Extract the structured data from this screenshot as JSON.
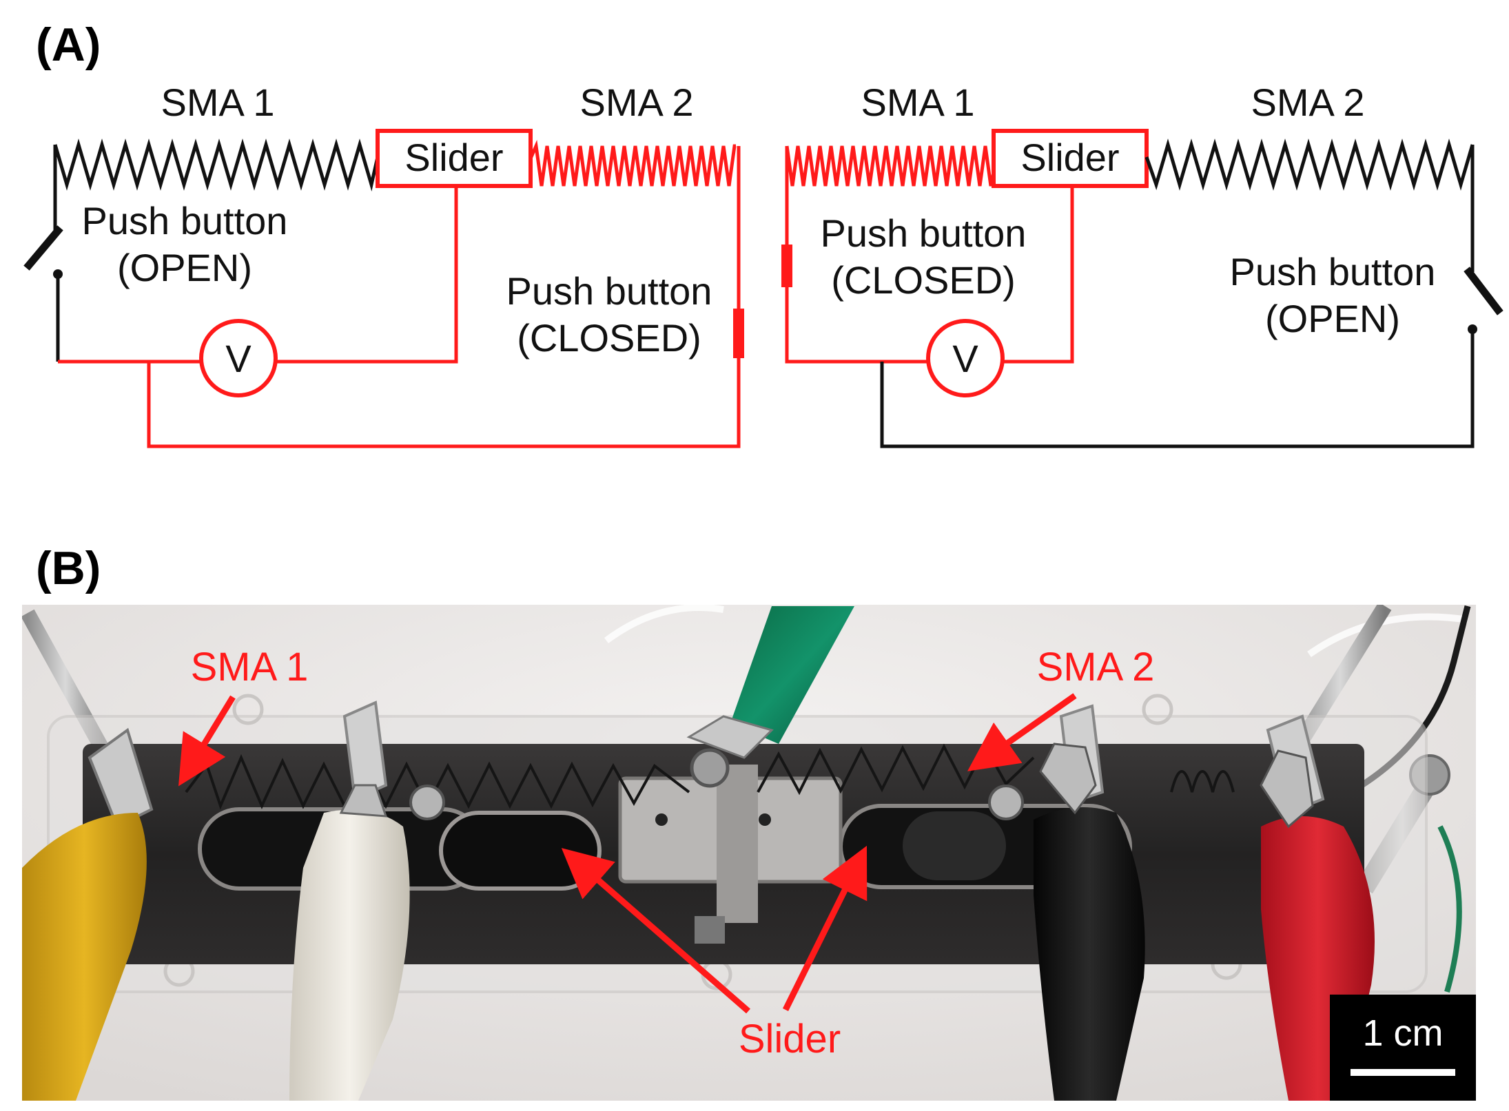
{
  "panel_a": {
    "label": "(A)",
    "left_circuit": {
      "sma1": "SMA 1",
      "sma2": "SMA 2",
      "slider": "Slider",
      "button_open_line1": "Push button",
      "button_open_line2": "(OPEN)",
      "button_closed_line1": "Push button",
      "button_closed_line2": "(CLOSED)",
      "voltmeter": "V"
    },
    "right_circuit": {
      "sma1": "SMA 1",
      "sma2": "SMA 2",
      "slider": "Slider",
      "button_closed_line1": "Push button",
      "button_closed_line2": "(CLOSED)",
      "button_open_line1": "Push button",
      "button_open_line2": "(OPEN)",
      "voltmeter": "V"
    }
  },
  "panel_b": {
    "label": "(B)",
    "sma1": "SMA 1",
    "sma2": "SMA 2",
    "slider": "Slider",
    "scale_bar": "1 cm"
  },
  "colors": {
    "red": "#ff1a1a",
    "black": "#111111",
    "photo_background": "#ece8e6",
    "rail": "#2c2b2b"
  }
}
